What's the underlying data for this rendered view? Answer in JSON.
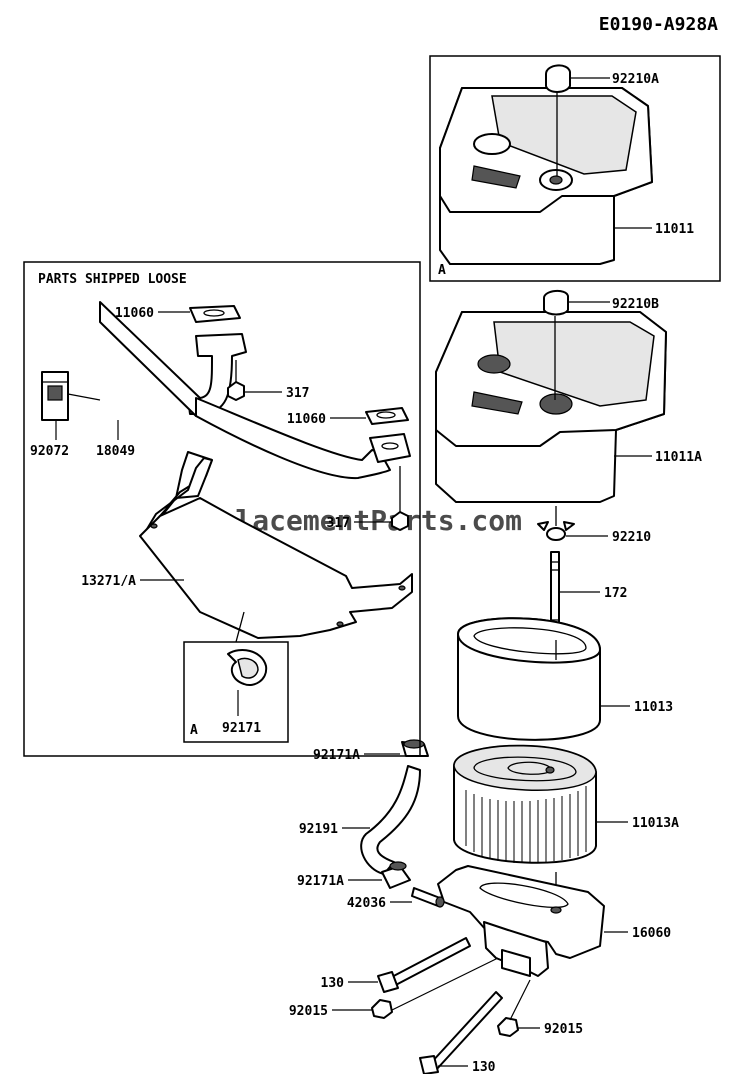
{
  "diagram_id": "E0190-A928A",
  "watermark": "eReplacementParts.com",
  "inset_box_title": "PARTS SHIPPED LOOSE",
  "callout_label_a": "A",
  "labels": {
    "p92210A": "92210A",
    "p11011": "11011",
    "p92210B": "92210B",
    "p11011A": "11011A",
    "p92210": "92210",
    "p172": "172",
    "p11013": "11013",
    "p11013A": "11013A",
    "p16060": "16060",
    "p92171A_top": "92171A",
    "p92191": "92191",
    "p92171A_bottom": "92171A",
    "p42036": "42036",
    "p130_top": "130",
    "p92015_left": "92015",
    "p92015_right": "92015",
    "p130_bottom": "130",
    "p11060_top": "11060",
    "p317_top": "317",
    "p11060_mid": "11060",
    "p92072": "92072",
    "p18049": "18049",
    "p317_mid": "317",
    "p13271A": "13271/A",
    "p92171": "92171"
  }
}
